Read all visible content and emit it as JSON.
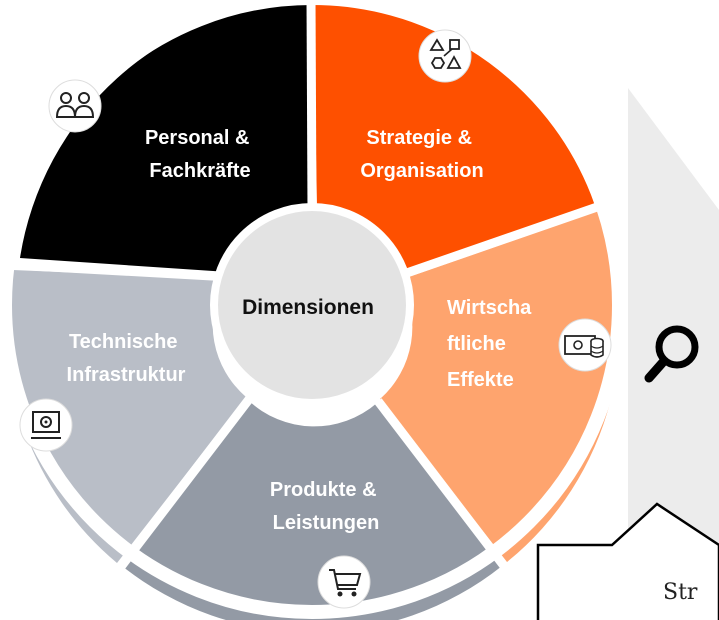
{
  "diagram": {
    "center_label": "Dimensionen",
    "segments": [
      {
        "id": "personal",
        "label_lines": [
          "Personal &",
          "Fachkräfte"
        ],
        "color": "#000000",
        "text_color": "#ffffff",
        "icon": "people-icon"
      },
      {
        "id": "strategie",
        "label_lines": [
          "Strategie &",
          "Organisation"
        ],
        "color": "#fe5000",
        "text_color": "#ffffff",
        "icon": "shapes-icon"
      },
      {
        "id": "wirtschaft",
        "label_lines": [
          "Wirtscha",
          "ftliche",
          "Effekte"
        ],
        "color": "#fea46e",
        "text_color": "#ffffff",
        "icon": "money-icon"
      },
      {
        "id": "produkte",
        "label_lines": [
          "Produkte &",
          "Leistungen"
        ],
        "color": "#939aa5",
        "text_color": "#ffffff",
        "icon": "cart-icon"
      },
      {
        "id": "technik",
        "label_lines": [
          "Technische",
          "Infrastruktur"
        ],
        "color": "#b9bec7",
        "text_color": "#ffffff",
        "icon": "gear-monitor-icon"
      }
    ],
    "arrow_color": "#ececec",
    "search_icon": "magnifier-icon",
    "callout_text": "Str"
  }
}
